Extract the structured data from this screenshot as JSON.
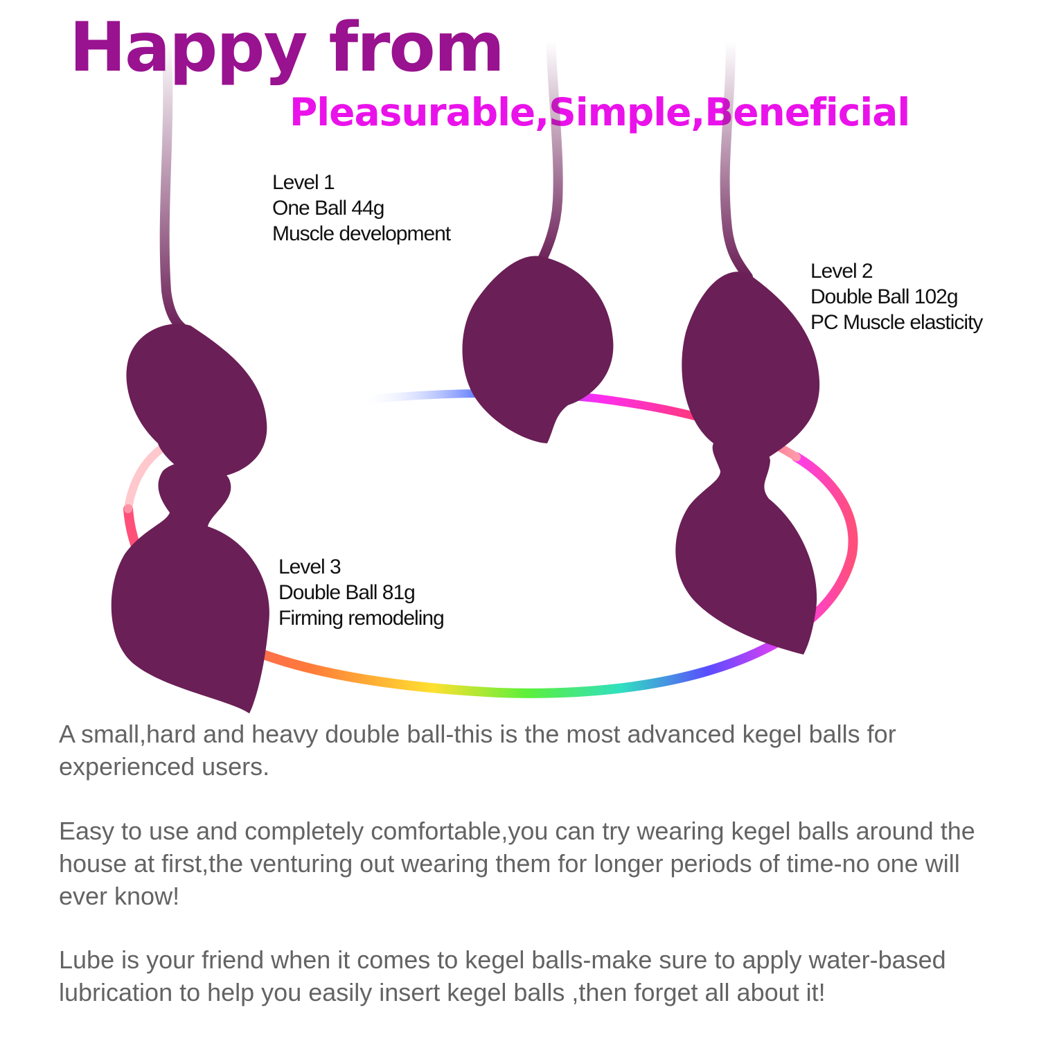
{
  "heading": {
    "title": "Happy from",
    "subtitle": "Pleasurable,Simple,Beneficial"
  },
  "colors": {
    "title": "#99128f",
    "subtitle": "#ea12ea",
    "product": "#6a1f56",
    "body_text": "#636363"
  },
  "levels": [
    {
      "level": "Level 1",
      "weight": "One Ball 44g",
      "benefit": "Muscle development"
    },
    {
      "level": "Level 2",
      "weight": "Double Ball 102g",
      "benefit": "PC Muscle elasticity"
    },
    {
      "level": "Level 3",
      "weight": "Double Ball 81g",
      "benefit": "Firming remodeling"
    }
  ],
  "paragraphs": [
    "A small,hard and heavy double ball-this is the most advanced kegel balls for experienced users.",
    "Easy to use and completely comfortable,you can try wearing kegel balls around the house at first,the venturing out wearing them for longer periods of time-no one will ever know!",
    "Lube is your friend when it comes to kegel balls-make sure to apply water-based lubrication to help you easily insert kegel balls ,then forget all about it!"
  ]
}
